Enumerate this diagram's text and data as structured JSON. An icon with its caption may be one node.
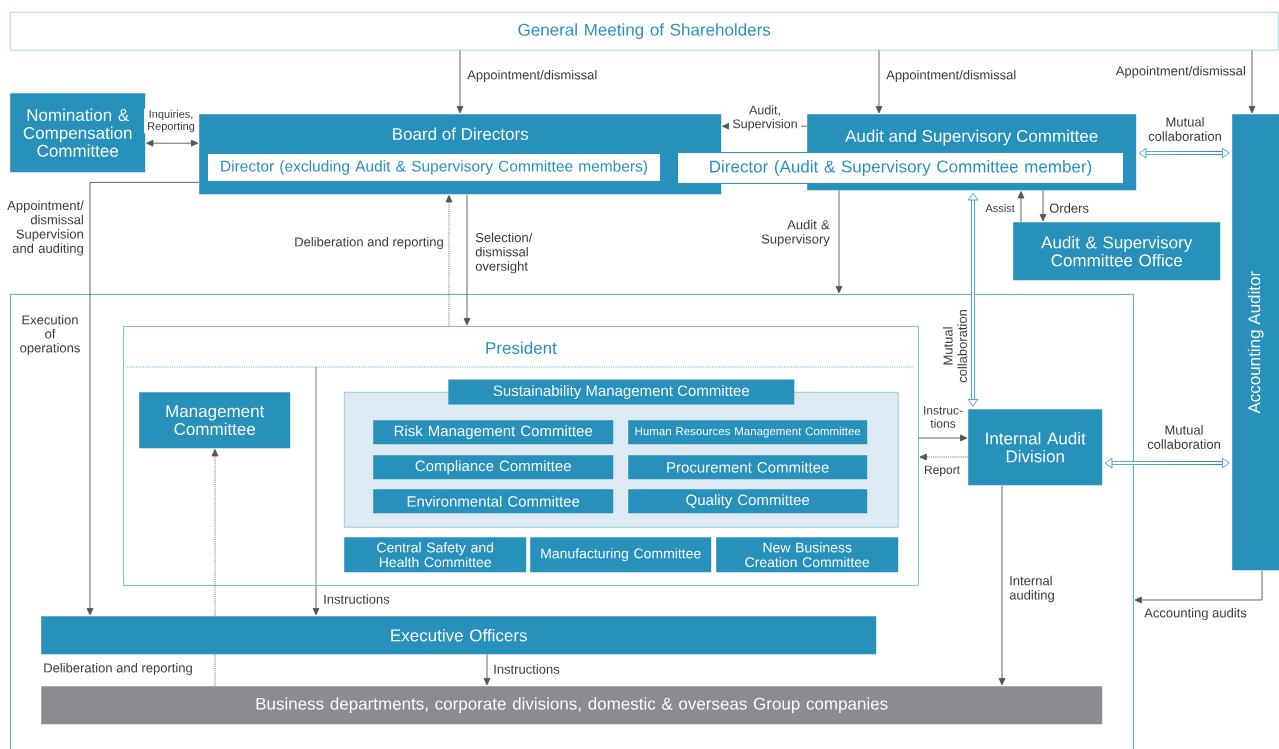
{
  "diagram": {
    "nodes": [
      {
        "text": [
          "General Meeting of Shareholders"
        ]
      },
      {
        "text": [
          "Nomination & Compensation Committee"
        ]
      },
      {
        "text": [
          "Board of Directors"
        ]
      },
      {
        "text": [
          "Director (excluding Audit & Supervisory Committee members)"
        ],
        "in": 2
      },
      {
        "text": [
          "Audit and Supervisory Committee"
        ]
      },
      {
        "text": [
          "Director (Audit & Supervisory Committee member)"
        ]
      },
      {
        "text": [
          "Audit & Supervisory Committee Office"
        ]
      },
      {
        "text": [
          "Accounting Auditor"
        ]
      },
      {
        "text": [],
        "shape": "box"
      },
      {
        "text": [
          "President"
        ],
        "in": 8
      },
      {
        "text": [
          "Management Committee"
        ],
        "in": 9
      },
      {
        "text": [
          "Sustainability Management Committee"
        ],
        "in": 9
      },
      {
        "text": [
          "Risk Management Committee"
        ],
        "in": 11
      },
      {
        "text": [
          "Human Resources Management Committee"
        ],
        "in": 11
      },
      {
        "text": [
          "Compliance Committee"
        ],
        "in": 11
      },
      {
        "text": [
          "Procurement Committee"
        ],
        "in": 11
      },
      {
        "text": [
          "Environmental Committee"
        ],
        "in": 11
      },
      {
        "text": [
          "Quality Committee"
        ],
        "in": 11
      },
      {
        "text": [
          "Central Safety and Health Committee"
        ],
        "in": 9
      },
      {
        "text": [
          "Manufacturing Committee"
        ],
        "in": 9
      },
      {
        "text": [
          "New Business Creation Committee"
        ],
        "in": 9
      },
      {
        "text": [
          "Internal Audit Division"
        ],
        "in": 8
      },
      {
        "text": [
          "Executive Officers"
        ],
        "in": 8
      },
      {
        "text": [
          "Business departments, corporate divisions, domestic & overseas Group companies"
        ],
        "in": 8
      }
    ],
    "edges": [
      {
        "from": 0,
        "to": 2,
        "arrow": "to",
        "label": "Appointment/dismissal"
      },
      {
        "from": 0,
        "to": 4,
        "arrow": "to",
        "label": "Appointment/dismissal"
      },
      {
        "from": 0,
        "to": 7,
        "arrow": "to",
        "label": "Appointment/dismissal"
      },
      {
        "from": 1,
        "to": 2,
        "arrow": "both",
        "label": "Inquiries, Reporting"
      },
      {
        "from": 4,
        "to": 2,
        "arrow": "to",
        "label": "Audit, Supervision"
      },
      {
        "from": 4,
        "to": 6,
        "arrow": "to",
        "label": "Orders"
      },
      {
        "from": 6,
        "to": 4,
        "arrow": "to",
        "label": "Assist"
      },
      {
        "from": 4,
        "to": 7,
        "arrow": "both",
        "label": "Mutual collaboration",
        "style": "thick",
        "color": "#2a93bd"
      },
      {
        "from": 4,
        "to": 21,
        "arrow": "both",
        "label": "Mutual collaboration",
        "style": "thick",
        "color": "#2a93bd"
      },
      {
        "from": 21,
        "to": 7,
        "arrow": "both",
        "label": "Mutual collaboration",
        "style": "thick",
        "color": "#2a93bd"
      },
      {
        "from": 2,
        "to": 22,
        "arrow": "to",
        "label": "Appointment/ dismissal Supervision and auditing"
      },
      {
        "from": 9,
        "to": 2,
        "arrow": "to",
        "label": "Deliberation and reporting",
        "style": "dashed"
      },
      {
        "from": 2,
        "to": 9,
        "arrow": "to",
        "label": "Selection/ dismissal oversight"
      },
      {
        "from": 4,
        "to": 8,
        "arrow": "to",
        "label": "Audit & Supervisory"
      },
      {
        "from": 9,
        "to": 21,
        "arrow": "to",
        "label": "Instruc- tions"
      },
      {
        "from": 21,
        "to": 9,
        "arrow": "to",
        "label": "Report",
        "style": "dashed"
      },
      {
        "from": 9,
        "to": 22,
        "arrow": "to",
        "label": "Instructions"
      },
      {
        "from": 23,
        "to": 22,
        "arrow": "none",
        "label": "Deliberation and reporting",
        "style": "dashed"
      },
      {
        "from": 22,
        "to": 10,
        "arrow": "to",
        "style": "dashed"
      },
      {
        "from": 22,
        "to": 23,
        "arrow": "to",
        "label": "Instructions"
      },
      {
        "from": 21,
        "to": 23,
        "arrow": "to",
        "label": "Internal auditing"
      },
      {
        "from": 7,
        "to": 8,
        "arrow": "to",
        "label": "Accounting audits"
      }
    ],
    "labels": [
      "Execution of operations"
    ]
  }
}
